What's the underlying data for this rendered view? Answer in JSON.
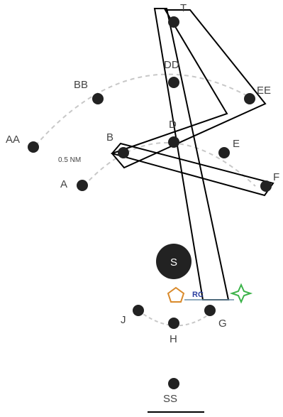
{
  "colors": {
    "point": "#222222",
    "line": "#000000",
    "dashed_arc": "#c8c8c8",
    "pentagon": "#d98a2b",
    "star": "#3cb34a",
    "rc_text": "#2b3fa0",
    "connector": "#6b8fa8"
  },
  "arcs": {
    "outer_distance_label": "",
    "inner_distance_label": "0.5 NM"
  },
  "points": {
    "t": "T",
    "dd": "DD",
    "bb": "BB",
    "ee": "EE",
    "aa": "AA",
    "b": "B",
    "d": "D",
    "e": "E",
    "a": "A",
    "f": "F",
    "j": "J",
    "h": "H",
    "g": "G",
    "ss": "SS"
  },
  "station": {
    "label": "S"
  },
  "markers": {
    "rc_label": "RC",
    "pentagon_icon": "pentagon-icon",
    "star_icon": "four-point-star-icon"
  }
}
